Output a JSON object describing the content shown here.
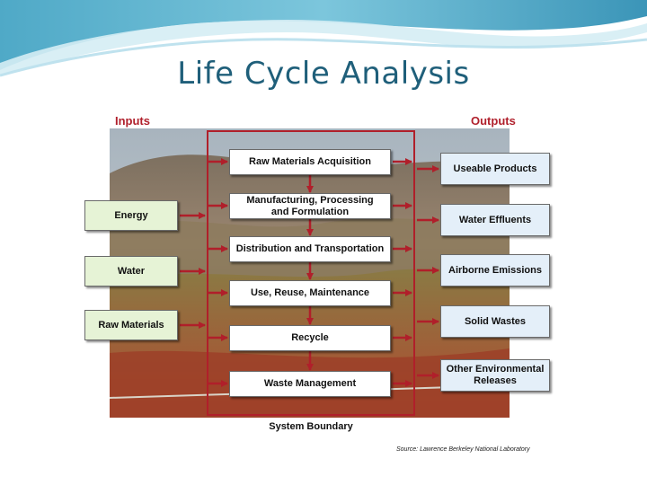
{
  "slide": {
    "title": "Life Cycle Analysis",
    "source": "Source: Lawrence Berkeley National Laboratory"
  },
  "diagram": {
    "inputs_label": "Inputs",
    "outputs_label": "Outputs",
    "boundary_label": "System Boundary",
    "inputs": [
      {
        "label": "Energy"
      },
      {
        "label": "Water"
      },
      {
        "label": "Raw Materials"
      }
    ],
    "stages": [
      {
        "label": "Raw Materials Acquisition"
      },
      {
        "label": "Manufacturing, Processing\nand Formulation"
      },
      {
        "label": "Distribution and Transportation"
      },
      {
        "label": "Use, Reuse, Maintenance"
      },
      {
        "label": "Recycle"
      },
      {
        "label": "Waste Management"
      }
    ],
    "outputs": [
      {
        "label": "Useable Products"
      },
      {
        "label": "Water Effluents"
      },
      {
        "label": "Airborne Emissions"
      },
      {
        "label": "Solid Wastes"
      },
      {
        "label": "Other Environmental\nReleases"
      }
    ],
    "colors": {
      "accent": "#b01f2a",
      "input_fill": "#e6f3d6",
      "output_fill": "#e4eff9",
      "stage_fill": "#ffffff",
      "title": "#1f5f7a"
    }
  }
}
